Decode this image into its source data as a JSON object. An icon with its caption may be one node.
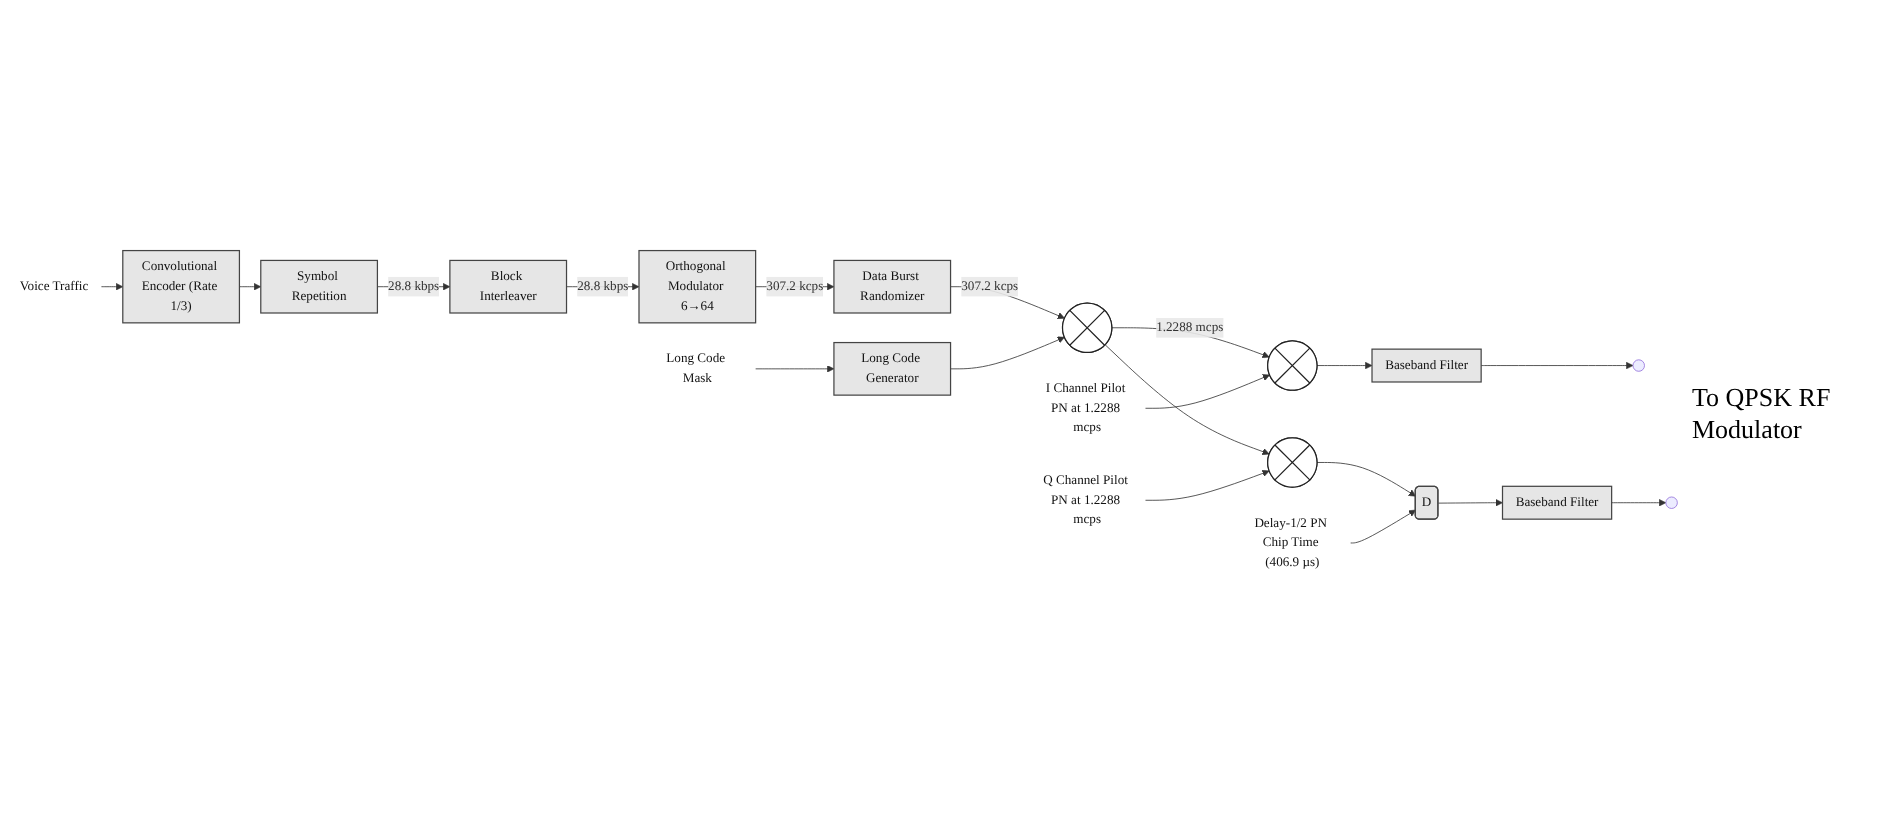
{
  "diagram": {
    "nodes": [
      {
        "text": [
          "Voice Traffic"
        ]
      },
      {
        "text": [
          "Convolutional Encoder (Rate 1/3)"
        ]
      },
      {
        "text": [
          "Symbol Repetition"
        ]
      },
      {
        "text": [
          "Block Interleaver"
        ]
      },
      {
        "text": [
          "Orthogonal Modulator 6→64"
        ]
      },
      {
        "text": [
          "Data Burst Randomizer"
        ]
      },
      {
        "text": [],
        "shape": "circle"
      },
      {
        "text": [
          "Long Code Mask"
        ]
      },
      {
        "text": [
          "Long Code Generator"
        ]
      },
      {
        "text": [
          "I Channel Pilot PN at 1.2288 mcps"
        ]
      },
      {
        "text": [],
        "shape": "circle"
      },
      {
        "text": [
          "Baseband Filter"
        ]
      },
      {
        "text": [],
        "shape": "circle"
      },
      {
        "text": [
          "D"
        ]
      },
      {
        "text": [
          "Delay-1/2 PN Chip Time (406.9 µs)"
        ]
      },
      {
        "text": [
          "Baseband Filter"
        ]
      },
      {
        "text": [
          "Q Channel Pilot PN at 1.2288 mcps"
        ]
      }
    ],
    "edges": [
      {
        "from": 0,
        "to": 1,
        "arrow": "to"
      },
      {
        "from": 1,
        "to": 2,
        "arrow": "to"
      },
      {
        "from": 2,
        "to": 3,
        "arrow": "to",
        "label": "28.8 kbps"
      },
      {
        "from": 3,
        "to": 4,
        "arrow": "to",
        "label": "28.8 kbps"
      },
      {
        "from": 4,
        "to": 5,
        "arrow": "to",
        "label": "307.2 kcps"
      },
      {
        "from": 5,
        "to": 6,
        "arrow": "to",
        "label": "307.2 kcps"
      },
      {
        "from": 7,
        "to": 8,
        "arrow": "to"
      },
      {
        "from": 8,
        "to": 6,
        "arrow": "to"
      },
      {
        "from": 6,
        "to": 10,
        "arrow": "to",
        "label": "1.2288 mcps"
      },
      {
        "from": 6,
        "to": 12,
        "arrow": "to"
      },
      {
        "from": 9,
        "to": 10,
        "arrow": "to"
      },
      {
        "from": 10,
        "to": 11,
        "arrow": "to"
      },
      {
        "from": 11,
        "to": null,
        "arrow": "to"
      },
      {
        "from": 16,
        "to": 12,
        "arrow": "to"
      },
      {
        "from": 12,
        "to": 13,
        "arrow": "to"
      },
      {
        "from": 14,
        "to": 13,
        "arrow": "to"
      },
      {
        "from": 13,
        "to": 15,
        "arrow": "to"
      },
      {
        "from": 15,
        "to": null,
        "arrow": "to"
      }
    ],
    "labels": [
      "To QPSK RF Modulator"
    ]
  }
}
